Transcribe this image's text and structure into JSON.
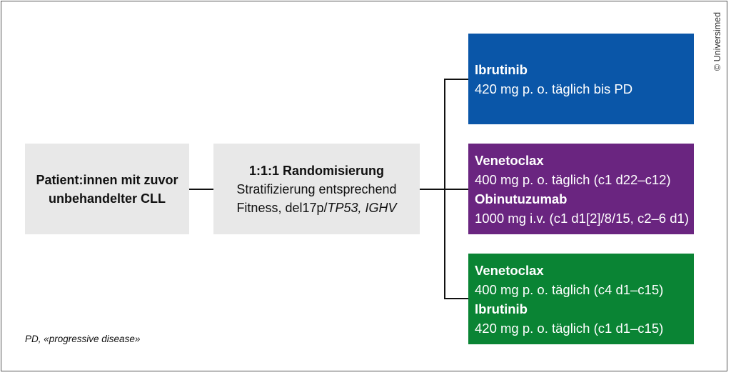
{
  "patients": {
    "line1": "Patient:innen mit zuvor",
    "line2": "unbehandelter CLL"
  },
  "randomization": {
    "title": "1:1:1 Randomisierung",
    "line2": "Stratifizierung entsprechend",
    "line3_prefix": "Fitness, del17p/",
    "line3_italic": "TP53, IGHV"
  },
  "arms": [
    {
      "color": "#0a56a8",
      "drugs": [
        {
          "name": "Ibrutinib",
          "dose": "420 mg p. o. täglich bis PD"
        }
      ]
    },
    {
      "color": "#6a2580",
      "drugs": [
        {
          "name": "Venetoclax",
          "dose": "400 mg p. o. täglich (c1 d22–c12)"
        },
        {
          "name": "Obinutuzumab",
          "dose": "1000 mg i.v. (c1 d1[2]/8/15, c2–6 d1)"
        }
      ]
    },
    {
      "color": "#0a8434",
      "drugs": [
        {
          "name": "Venetoclax",
          "dose": "400 mg p. o. täglich (c4 d1–c15)"
        },
        {
          "name": "Ibrutinib",
          "dose": "420 mg p. o. täglich (c1 d1–c15)"
        }
      ]
    }
  ],
  "footnote": "PD, «progressive disease»",
  "copyright": "© Universimed"
}
